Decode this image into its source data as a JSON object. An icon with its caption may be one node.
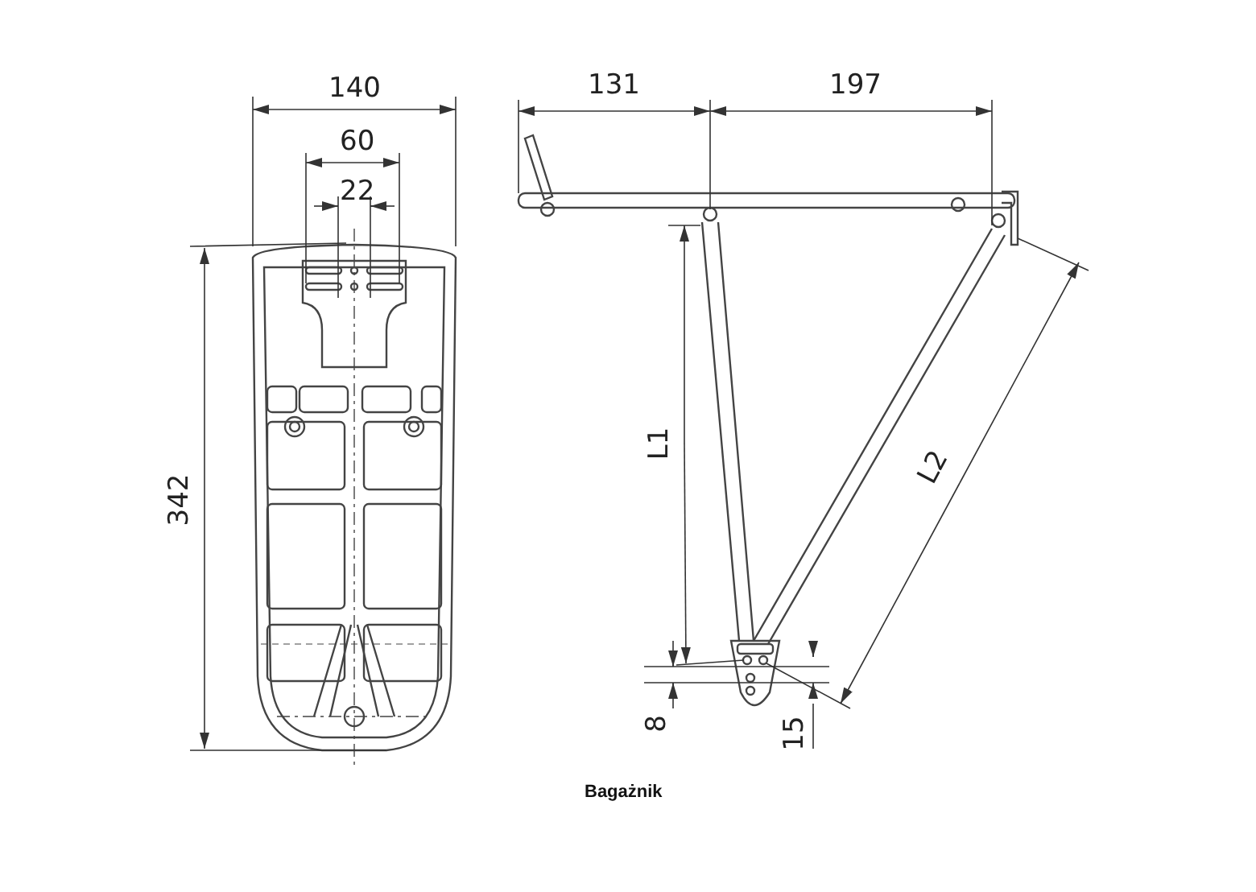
{
  "diagram": {
    "caption": "Bagażnik",
    "labels": [
      "140",
      "60",
      "22",
      "131",
      "197",
      "342",
      "L1",
      "L2",
      "8",
      "15"
    ]
  }
}
